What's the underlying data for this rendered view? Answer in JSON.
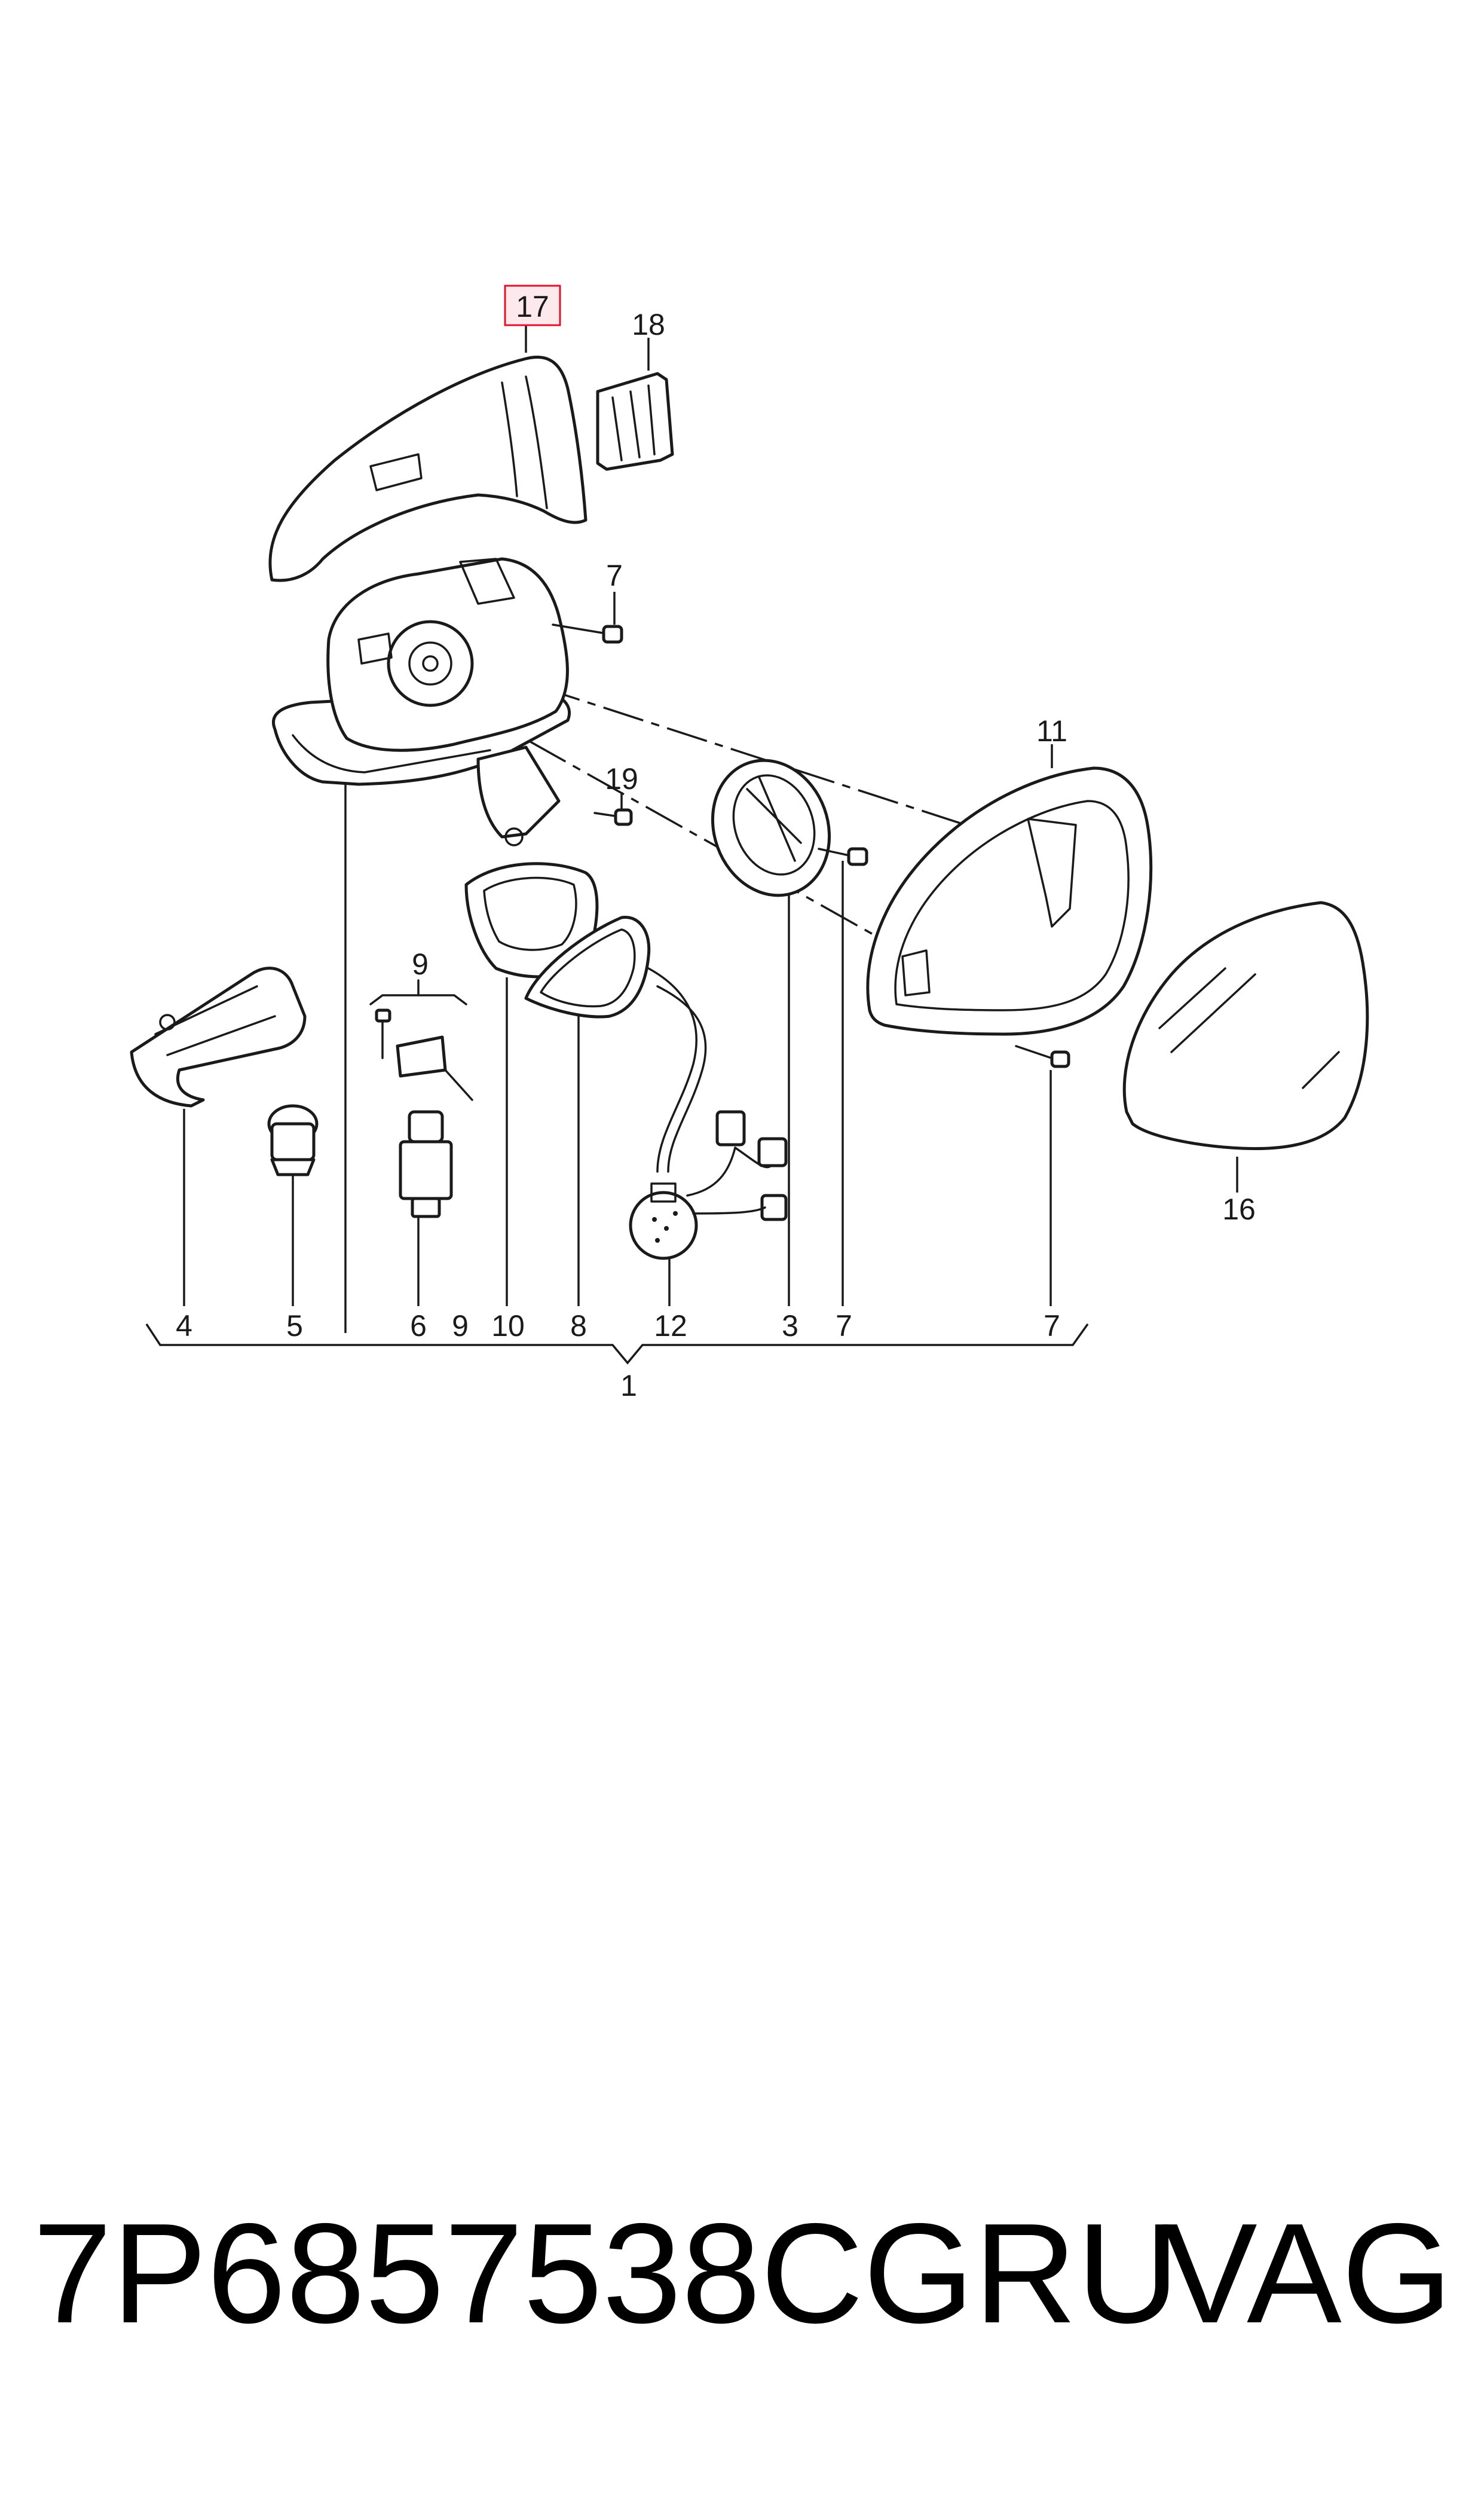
{
  "callouts": {
    "c17": "17",
    "c18": "18",
    "c7a": "7",
    "c19": "19",
    "c11": "11",
    "c9top": "9",
    "c16": "16",
    "c4": "4",
    "c5": "5",
    "c6": "6",
    "c9": "9",
    "c10": "10",
    "c8": "8",
    "c12": "12",
    "c3": "3",
    "c7b": "7",
    "c7c": "7",
    "c1": "1"
  },
  "highlighted_callout": "17",
  "highlight_color": "#e3122b",
  "highlight_fill": "#fde8ec",
  "footer": {
    "part_number": "7P6857538CGRU",
    "brand": "VAG"
  }
}
